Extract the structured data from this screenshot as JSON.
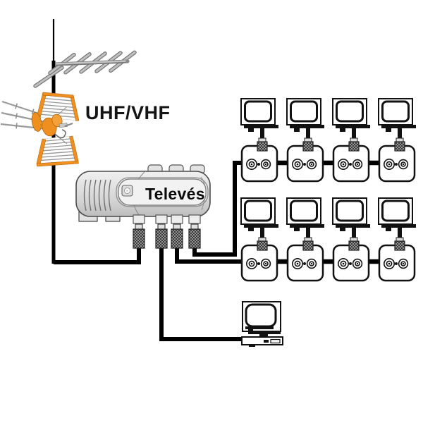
{
  "labels": {
    "antenna_band": "UHF/VHF",
    "amplifier_brand": "Televés"
  },
  "colors": {
    "background": "#ffffff",
    "cable": "#000000",
    "antenna_orange": "#EF8F1F",
    "amplifier_gray": "#D9D9D9",
    "metal_gray": "#A9A9A9"
  },
  "equipment": {
    "antenna": {
      "label": "UHF/VHF"
    },
    "amplifier": {
      "brand": "Televés",
      "bottom_ports": 4,
      "input_connections": 1,
      "output_connections": 3
    },
    "tv_rows": [
      {
        "tvs": 4,
        "outlets": 4
      },
      {
        "tvs": 4,
        "outlets": 4
      }
    ],
    "computers": 1
  }
}
